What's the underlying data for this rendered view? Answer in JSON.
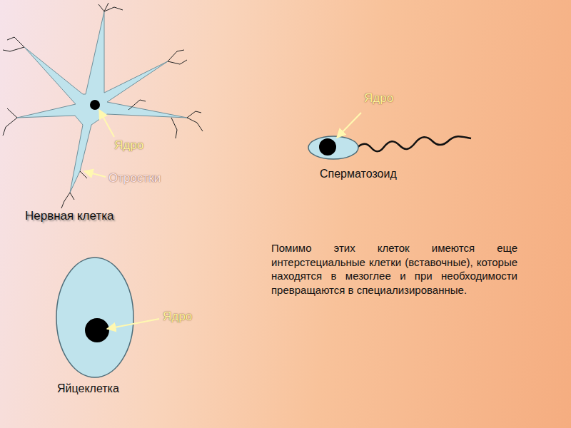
{
  "diagram": {
    "labels": [
      "Ядро",
      "Отростки",
      "Нервная клетка",
      "Ядро",
      "Сперматозоид",
      "Ядро",
      "Яйцеклетка",
      "Помимо этих клеток имеются еще интерстециальные клетки (вставочные), которые находятся в мезоглее и при необходимости превращаются в специализированные."
    ]
  }
}
